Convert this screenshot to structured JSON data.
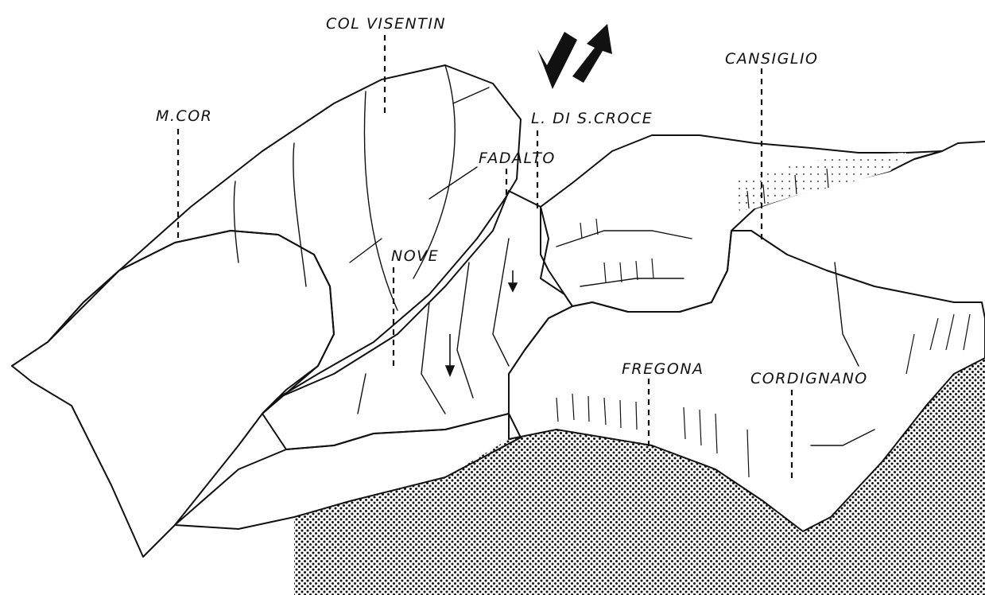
{
  "labels": {
    "col_visentin": "COL VISENTIN",
    "cansiglio": "CANSIGLIO",
    "m_cor": "M.COR",
    "l_di_s_croce": "L. DI S.CROCE",
    "fadalto": "FADALTO",
    "nove": "NOVE",
    "fregona": "FREGONA",
    "cordignano": "CORDIGNANO"
  }
}
